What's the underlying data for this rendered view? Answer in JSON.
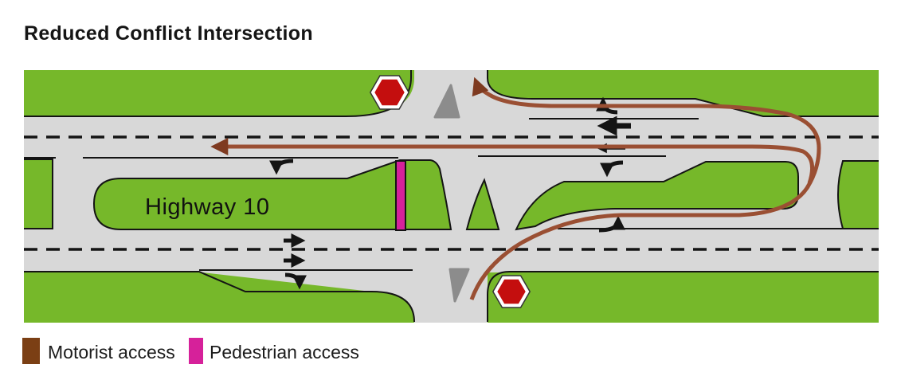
{
  "title": "Reduced Conflict Intersection",
  "diagram": {
    "road_label": "Highway 10",
    "signs": [
      {
        "name": "stop-sign",
        "location": "north-west corner of crossing street"
      },
      {
        "name": "stop-sign",
        "location": "south-east corner of crossing street"
      }
    ],
    "islands": [
      "median-island-north",
      "median-island-south"
    ],
    "markings": [
      "through-right-arrow",
      "through-right-arrow",
      "right-turn-down-arrow",
      "u-turn-left-arrow",
      "right-turn-up-arrow",
      "through-left-arrow",
      "through-left-arrow-thin",
      "left-turn-down-arrow",
      "u-turn-right-arrow"
    ],
    "motorist_route": "from south leg, right onto eastbound lanes, u-turn through right median crossover, westbound to left-point and up-exit at crossing street",
    "pedestrian_crossing": "magenta bar across median west of crossing street",
    "colors": {
      "grass": "#76B82A",
      "road": "#D8D8D8",
      "island": "#8C8C8C",
      "line": "#141414",
      "motorist": "#9A4F33",
      "motorist_arrow": "#7E3A20",
      "pedestrian": "#D6219A",
      "stop_red": "#C40E0E"
    }
  },
  "legend": {
    "items": [
      {
        "label": "Motorist access",
        "color": "#7B3F14"
      },
      {
        "label": "Pedestrian access",
        "color": "#D6219A"
      }
    ]
  }
}
